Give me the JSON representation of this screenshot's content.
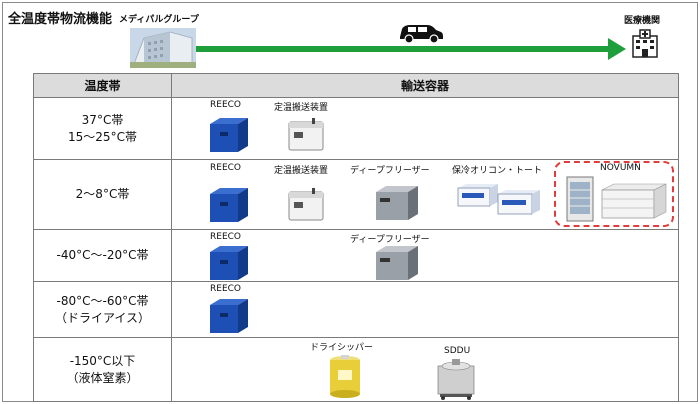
{
  "header": {
    "title": "全温度帯物流機能",
    "origin_label": "メディパルグループ",
    "destination_label": "医療機関"
  },
  "table": {
    "col_temp": "温度帯",
    "col_container": "輸送容器",
    "rows": [
      {
        "temp_line1": "37°C帯",
        "temp_line2": "15〜25°C帯",
        "labels": [
          "REECO",
          "定温搬送装置"
        ]
      },
      {
        "temp_line1": "2〜8°C帯",
        "temp_line2": "",
        "labels": [
          "REECO",
          "定温搬送装置",
          "ディープフリーザー",
          "保冷オリコン・トート",
          "NOVUMN"
        ]
      },
      {
        "temp_line1": "-40°C〜-20°C帯",
        "temp_line2": "",
        "labels": [
          "REECO",
          "ディープフリーザー"
        ]
      },
      {
        "temp_line1": "-80°C〜-60°C帯",
        "temp_line2": "（ドライアイス）",
        "labels": [
          "REECO"
        ]
      },
      {
        "temp_line1": "-150°C以下",
        "temp_line2": "（液体窒素）",
        "labels": [
          "ドライシッパー",
          "SDDU"
        ]
      }
    ]
  },
  "colors": {
    "arrow": "#1f9f3b",
    "reeco": "#1d4fb5",
    "novumn_highlight": "#e03c3c"
  }
}
